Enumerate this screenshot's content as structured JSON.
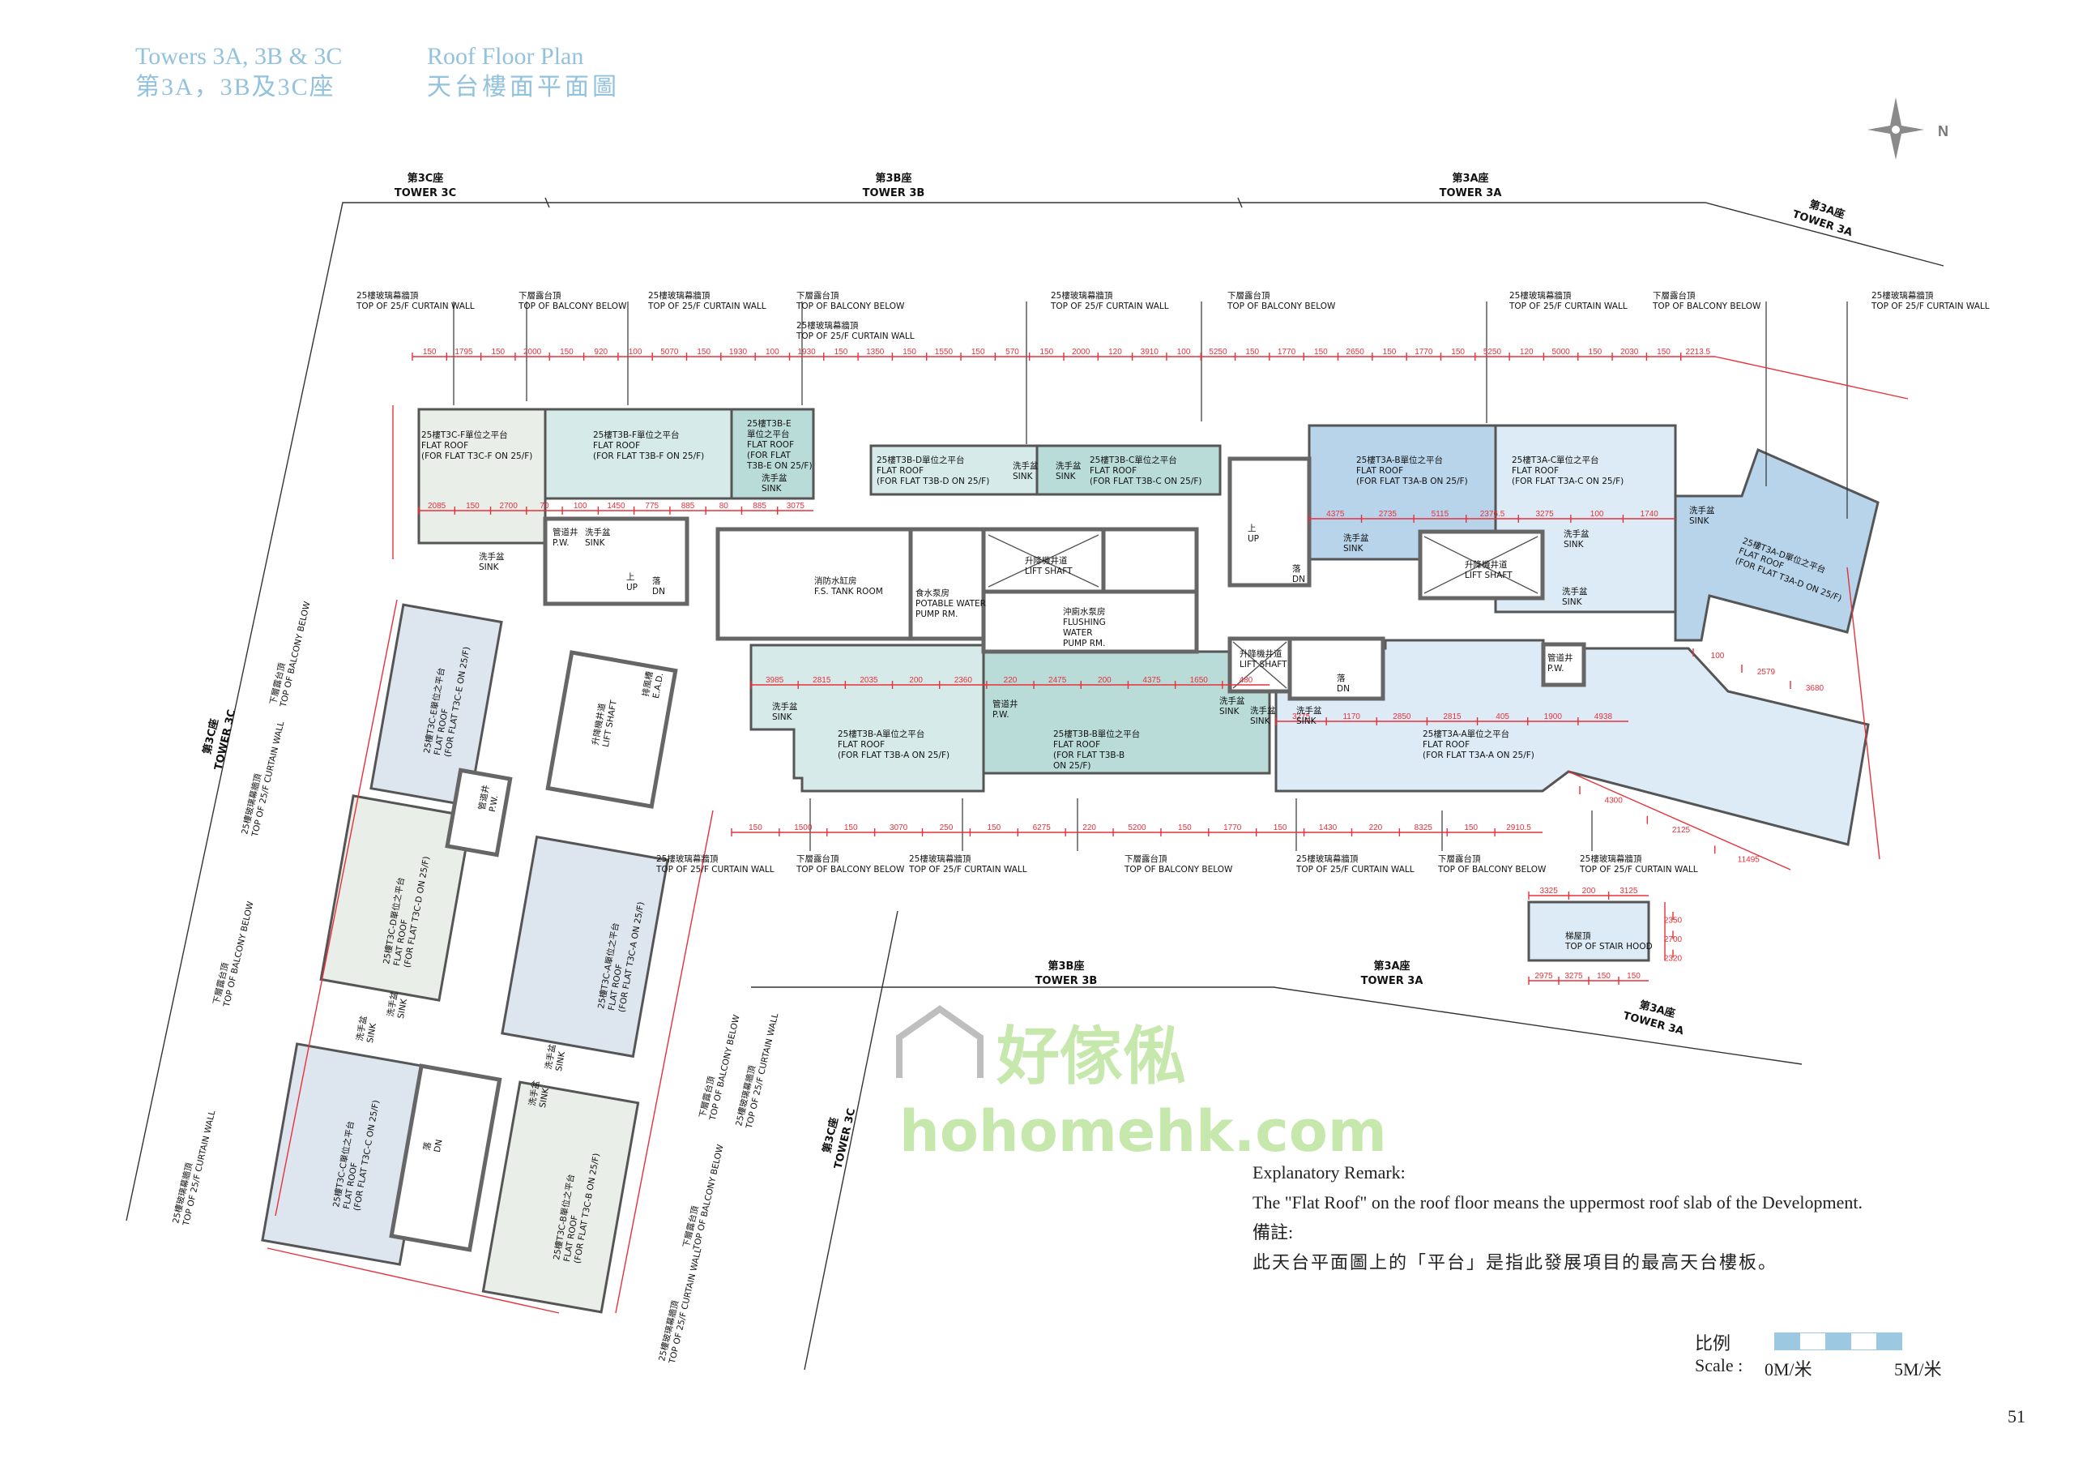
{
  "header": {
    "towers_en": "Towers 3A, 3B & 3C",
    "towers_cn": "第3A，3B及3C座",
    "title_en": "Roof Floor Plan",
    "title_cn": "天台樓面平面圖"
  },
  "compass": {
    "label": "N",
    "icon": "north-arrow-icon"
  },
  "towers": {
    "t3c_cn": "第3C座",
    "t3c_en": "TOWER 3C",
    "t3b_cn": "第3B座",
    "t3b_en": "TOWER 3B",
    "t3a_cn": "第3A座",
    "t3a_en": "TOWER 3A"
  },
  "annotations": {
    "curtain_cn": "25樓玻璃幕牆頂",
    "curtain_en": "TOP OF 25/F CURTAIN WALL",
    "balcony_cn": "下層露台頂",
    "balcony_en": "TOP OF BALCONY BELOW"
  },
  "flats": [
    {
      "id": "T3C-F",
      "cn": "25樓T3C-F單位之平台",
      "en1": "FLAT ROOF",
      "en2": "(FOR FLAT T3C-F ON 25/F)"
    },
    {
      "id": "T3B-F",
      "cn": "25樓T3B-F單位之平台",
      "en1": "FLAT ROOF",
      "en2": "(FOR FLAT T3B-F ON 25/F)"
    },
    {
      "id": "T3B-E",
      "cn": "25樓T3B-E",
      "cn2": "單位之平台",
      "en1": "FLAT ROOF",
      "en2": "(FOR FLAT",
      "en3": "T3B-E ON 25/F)"
    },
    {
      "id": "T3B-D",
      "cn": "25樓T3B-D單位之平台",
      "en1": "FLAT ROOF",
      "en2": "(FOR FLAT T3B-D ON 25/F)"
    },
    {
      "id": "T3B-C",
      "cn": "25樓T3B-C單位之平台",
      "en1": "FLAT ROOF",
      "en2": "(FOR FLAT T3B-C ON 25/F)"
    },
    {
      "id": "T3A-B",
      "cn": "25樓T3A-B單位之平台",
      "en1": "FLAT ROOF",
      "en2": "(FOR FLAT T3A-B ON 25/F)"
    },
    {
      "id": "T3A-C",
      "cn": "25樓T3A-C單位之平台",
      "en1": "FLAT ROOF",
      "en2": "(FOR FLAT T3A-C ON 25/F)"
    },
    {
      "id": "T3A-D",
      "cn": "25樓T3A-D單位之平台",
      "en1": "FLAT ROOF",
      "en2": "(FOR FLAT T3A-D ON 25/F)"
    },
    {
      "id": "T3A-A",
      "cn": "25樓T3A-A單位之平台",
      "en1": "FLAT ROOF",
      "en2": "(FOR FLAT T3A-A ON 25/F)"
    },
    {
      "id": "T3B-A",
      "cn": "25樓T3B-A單位之平台",
      "en1": "FLAT ROOF",
      "en2": "(FOR FLAT T3B-A ON 25/F)"
    },
    {
      "id": "T3B-B",
      "cn": "25樓T3B-B單位之平台",
      "en1": "FLAT ROOF",
      "en2": "(FOR FLAT T3B-B",
      "en3": "ON 25/F)"
    },
    {
      "id": "T3C-E",
      "cn": "25樓T3C-E單位之平台",
      "en1": "FLAT ROOF",
      "en2": "(FOR FLAT T3C-E ON 25/F)"
    },
    {
      "id": "T3C-D",
      "cn": "25樓T3C-D單位之平台",
      "en1": "FLAT ROOF",
      "en2": "(FOR FLAT T3C-D ON 25/F)"
    },
    {
      "id": "T3C-A",
      "cn": "25樓T3C-A單位之平台",
      "en1": "FLAT ROOF",
      "en2": "(FOR FLAT T3C-A ON 25/F)"
    },
    {
      "id": "T3C-C",
      "cn": "25樓T3C-C單位之平台",
      "en1": "FLAT ROOF",
      "en2": "(FOR FLAT T3C-C ON 25/F)"
    },
    {
      "id": "T3C-B",
      "cn": "25樓T3C-B單位之平台",
      "en1": "FLAT ROOF",
      "en2": "(FOR FLAT T3C-B ON 25/F)"
    }
  ],
  "rooms": {
    "fs_tank_cn": "消防水缸房",
    "fs_tank_en": "F.S. TANK ROOM",
    "potable_cn": "食水泵房",
    "potable_en1": "POTABLE WATER",
    "potable_en2": "PUMP RM.",
    "lift_cn": "升降機井道",
    "lift_en": "LIFT SHAFT",
    "flushing_cn": "沖廁水泵房",
    "flushing_en1": "FLUSHING",
    "flushing_en2": "WATER",
    "flushing_en3": "PUMP RM.",
    "pw_cn": "管道井",
    "pw_en": "P.W.",
    "sink_cn": "洗手盆",
    "sink_en": "SINK",
    "up_cn": "上",
    "up_en": "UP",
    "dn_cn": "落",
    "dn_en": "DN",
    "ead_cn": "排風槽",
    "ead_en": "E.A.D.",
    "stairhood_cn": "梯屋頂",
    "stairhood_en": "TOP OF STAIR HOOD"
  },
  "dimensions": {
    "top": [
      "150",
      "1795",
      "150",
      "2000",
      "150",
      "920",
      "100",
      "5070",
      "150",
      "1930",
      "100",
      "1930",
      "150",
      "1350",
      "150",
      "1550",
      "150",
      "570",
      "150",
      "2000",
      "120",
      "3910",
      "100",
      "5250",
      "150",
      "1770",
      "150",
      "2650",
      "150",
      "1770",
      "150",
      "5250",
      "120",
      "5000",
      "150",
      "2030",
      "150",
      "2213.5"
    ],
    "bottom": [
      "150",
      "1500",
      "150",
      "3070",
      "250",
      "150",
      "6275",
      "220",
      "5200",
      "150",
      "1770",
      "150",
      "1430",
      "220",
      "8325",
      "150",
      "2910.5"
    ],
    "stair_hood": [
      "3325",
      "200",
      "3125",
      "2975",
      "3275",
      "150",
      "150",
      "2350",
      "2700",
      "2320"
    ],
    "t3a_a": [
      "3275",
      "1170",
      "2850",
      "2815",
      "405",
      "1900",
      "4938"
    ],
    "t3b_row": [
      "3985",
      "2815",
      "2035",
      "200",
      "2360",
      "220",
      "2475",
      "200",
      "4375",
      "1650",
      "480"
    ],
    "t3c_f_row": [
      "2085",
      "150",
      "2700",
      "70",
      "100",
      "1450",
      "775",
      "885",
      "80",
      "885",
      "3075"
    ],
    "t3a_row": [
      "4375",
      "2735",
      "5115",
      "2376.5",
      "3275",
      "100",
      "1740",
      "100",
      "2579",
      "3680",
      "4300",
      "2125",
      "11495"
    ]
  },
  "watermark": {
    "cn": "好傢俬",
    "en": "hohomehk.com"
  },
  "remark": {
    "title_en": "Explanatory Remark:",
    "body_en": "The \"Flat Roof\" on the roof floor means the uppermost roof slab of the Development.",
    "title_cn": "備註:",
    "body_cn": "此天台平面圖上的「平台」是指此發展項目的最高天台樓板。"
  },
  "scale": {
    "label_cn": "比例",
    "label_en": "Scale :",
    "start": "0M/米",
    "end": "5M/米",
    "bar_colors": [
      "#9cc8e2",
      "#ffffff",
      "#9cc8e2",
      "#ffffff",
      "#9cc8e2"
    ]
  },
  "page_number": "51",
  "colors": {
    "accent": "#92c2de",
    "dimension": "#e8303a",
    "roof_blue": "#b8d4ea",
    "roof_pale_blue": "#dcebf5",
    "roof_teal": "#b9dcd9",
    "roof_pale_teal": "#d6eae9",
    "roof_grey": "#e9eee9"
  }
}
